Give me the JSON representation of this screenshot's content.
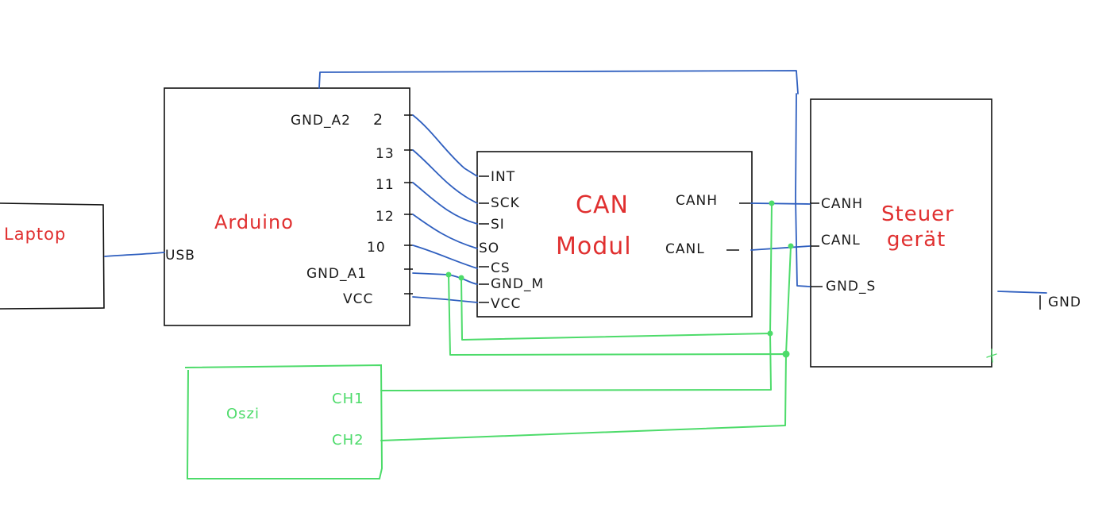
{
  "colors": {
    "wire_blue": "#2f5fbf",
    "wire_green": "#4ddb6a",
    "title_red": "#e03030",
    "ink": "#111111"
  },
  "laptop": {
    "name": "Laptop"
  },
  "arduino": {
    "name": "Arduino",
    "usb": "USB",
    "gnd_a2": "GND_A2",
    "gnd_a1": "GND_A1",
    "vcc": "VCC",
    "pins": [
      "2",
      "13",
      "11",
      "12",
      "10"
    ]
  },
  "can_modul": {
    "name_line1": "CAN",
    "name_line2": "Modul",
    "pins": [
      "INT",
      "SCK",
      "SI",
      "SO",
      "CS",
      "GND_M",
      "VCC"
    ],
    "canh": "CANH",
    "canl": "CANL"
  },
  "steuergeraet": {
    "name_line1": "Steuer",
    "name_line2": "gerät",
    "canh": "CANH",
    "canl": "CANL",
    "gnd_s": "GND_S"
  },
  "gnd": "GND",
  "oszi": {
    "name": "Oszi",
    "ch1": "CH1",
    "ch2": "CH2"
  }
}
